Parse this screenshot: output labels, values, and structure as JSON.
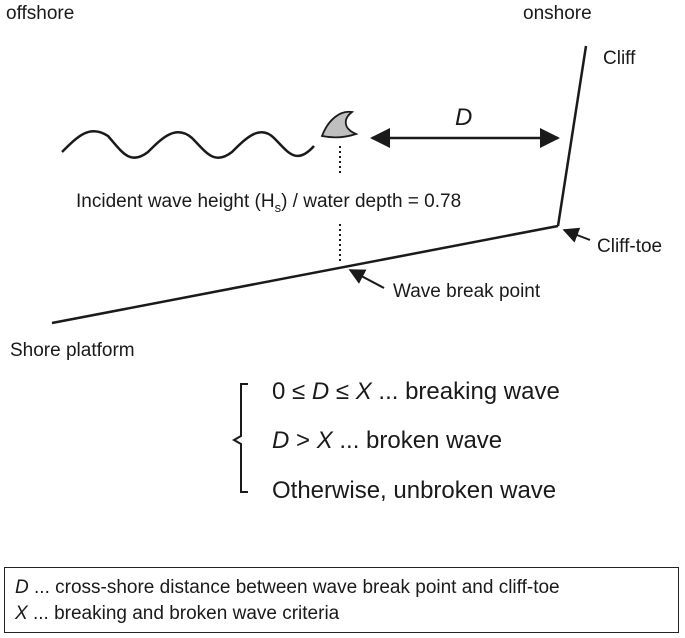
{
  "labels": {
    "offshore": "offshore",
    "onshore": "onshore",
    "cliff": "Cliff",
    "distance_symbol": "D",
    "ratio_prefix": "Incident wave height (H",
    "ratio_subscript": "s",
    "ratio_suffix": ") / water depth = 0.78",
    "cliff_toe": "Cliff-toe",
    "wave_break_point": "Wave break point",
    "shore_platform": "Shore platform"
  },
  "criteria": [
    {
      "pre": "0 ≤ ",
      "d": "D",
      "mid": " ≤ ",
      "x": "X",
      "post": " ... breaking wave"
    },
    {
      "d": "D",
      "mid": " > ",
      "x": "X",
      "post": " ... broken wave"
    },
    {
      "text": "Otherwise, unbroken wave"
    }
  ],
  "legend": [
    {
      "symbol": "D",
      "text": " ... cross-shore distance between wave break point and cliff-toe"
    },
    {
      "symbol": "X",
      "text": " ... breaking and broken wave criteria"
    }
  ],
  "colors": {
    "line": "#1a1a1a",
    "wave_crest_fill": "#bfbfbf"
  }
}
